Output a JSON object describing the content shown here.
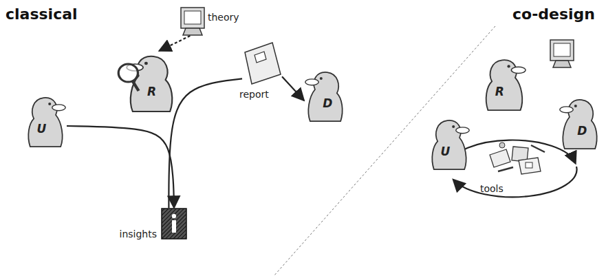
{
  "diagram": {
    "nodes": [
      {
        "text": [
          "U"
        ]
      },
      {
        "text": [
          "R"
        ]
      },
      {
        "text": [
          "D"
        ]
      },
      {
        "text": [
          "insights"
        ]
      },
      {
        "text": [
          "report"
        ]
      },
      {
        "text": [
          "theory"
        ]
      },
      {
        "text": [
          "U"
        ]
      },
      {
        "text": [
          "R"
        ]
      },
      {
        "text": [
          "D"
        ]
      },
      {
        "text": [
          "tools"
        ]
      }
    ],
    "edges": [
      {
        "from": 0,
        "to": 3,
        "arrow": "to"
      },
      {
        "from": 3,
        "to": 4,
        "arrow": "none"
      },
      {
        "from": 4,
        "to": 2,
        "arrow": "to"
      },
      {
        "from": 5,
        "to": 1,
        "arrow": "to"
      }
    ],
    "labels": [
      "classical",
      "co-design"
    ]
  }
}
